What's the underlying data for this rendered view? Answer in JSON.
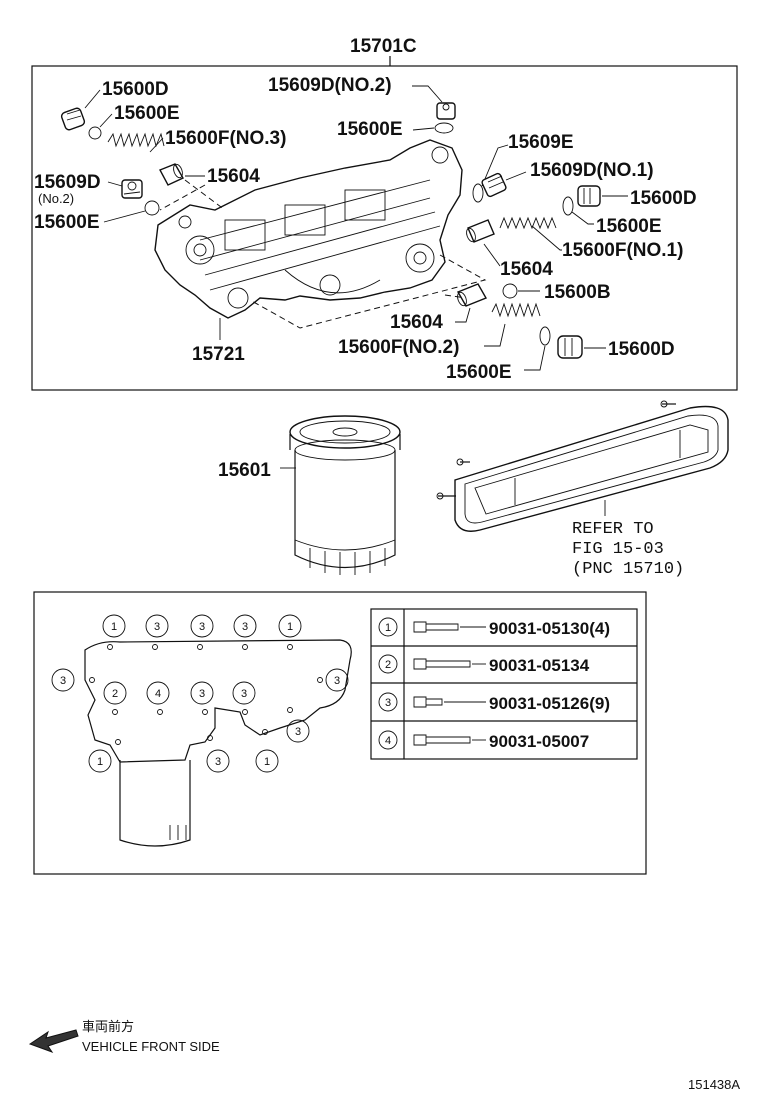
{
  "parts": {
    "assembly": "15701C",
    "p15600D_a": "15600D",
    "p15600E_a": "15600E",
    "p15600F_no3": "15600F(NO.3)",
    "p15609D_no2_top": "15609D(NO.2)",
    "p15600E_top": "15600E",
    "p15609D_left": "15609D",
    "p15609D_left_sub": "(No.2)",
    "p15604_a": "15604",
    "p15600E_left": "15600E",
    "p15609E": "15609E",
    "p15609D_no1": "15609D(NO.1)",
    "p15600D_right": "15600D",
    "p15600E_right": "15600E",
    "p15600F_no1": "15600F(NO.1)",
    "p15604_b": "15604",
    "p15600B": "15600B",
    "p15604_c": "15604",
    "p15600F_no2": "15600F(NO.2)",
    "p15600D_low": "15600D",
    "p15600E_low": "15600E",
    "p15721": "15721",
    "p15601": "15601"
  },
  "refer": {
    "line1": "REFER TO",
    "line2": "FIG 15-03",
    "line3": "(PNC 15710)"
  },
  "bolt_table": [
    {
      "key": "1",
      "part": "90031-05130(4)"
    },
    {
      "key": "2",
      "part": "90031-05134"
    },
    {
      "key": "3",
      "part": "90031-05126(9)"
    },
    {
      "key": "4",
      "part": "90031-05007"
    }
  ],
  "callouts": {
    "c1": "1",
    "c2": "3",
    "c3": "3",
    "c4": "3",
    "c5": "1",
    "c6": "3",
    "c7": "3",
    "c8": "2",
    "c9": "4",
    "c10": "3",
    "c11": "3",
    "c12": "3",
    "c13": "1",
    "c14": "3",
    "c15": "1"
  },
  "front": {
    "jp": "車両前方",
    "en": "VEHICLE FRONT SIDE"
  },
  "figure_id": "151438A"
}
